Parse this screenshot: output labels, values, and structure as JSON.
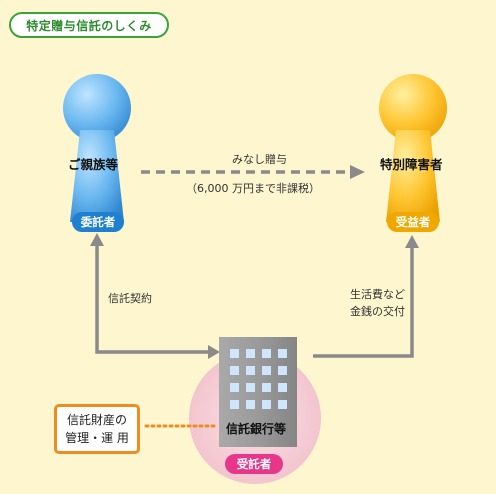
{
  "title": "特定贈与信託のしくみ",
  "settlor": {
    "name": "ご親族等",
    "role": "委託者"
  },
  "beneficiary": {
    "name": "特別障害者",
    "role": "受益者"
  },
  "trustee": {
    "name": "信託銀行等",
    "role": "受託者"
  },
  "gift_arrow": {
    "line1": "みなし贈与",
    "line2": "（6,000 万円まで非課税）"
  },
  "contract_label": "信託契約",
  "delivery_label": {
    "line1": "生活費など",
    "line2": "金銭の交付"
  },
  "management_box": {
    "line1": "信託財産の",
    "line2": "管理・運 用"
  },
  "colors": {
    "background": "#fdf6cf",
    "title_border": "#3aa43a",
    "settlor_blue": "#1f7fd0",
    "beneficiary_orange": "#f0a800",
    "trustee_pink": "#f4c6cf",
    "arrow_gray": "#8a8a8a",
    "box_orange": "#f08c1e"
  }
}
